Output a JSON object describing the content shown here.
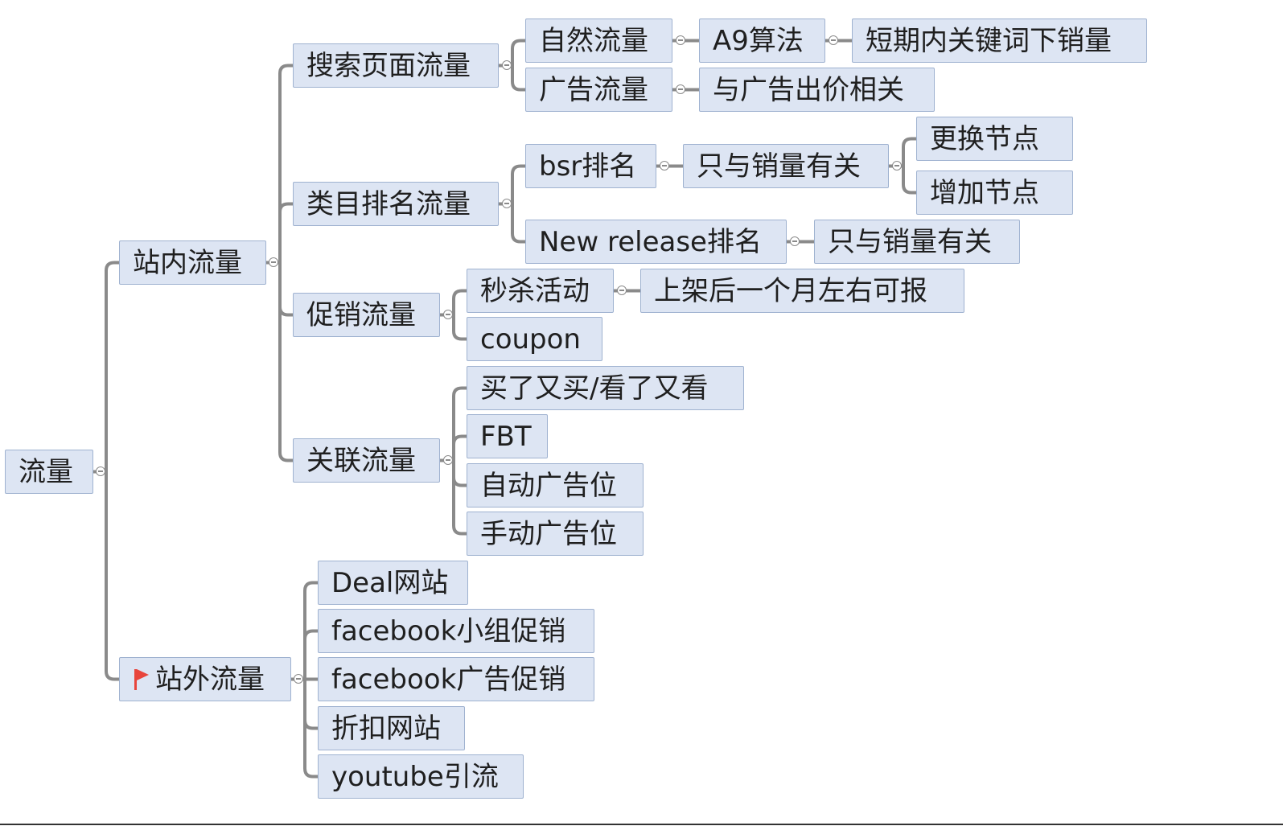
{
  "mindmap": {
    "root": "流量",
    "onsite": {
      "label": "站内流量",
      "search": {
        "label": "搜索页面流量",
        "organic": "自然流量",
        "a9": "A9算法",
        "short_term_sales": "短期内关键词下销量",
        "ad_traffic": "广告流量",
        "bid_related": "与广告出价相关"
      },
      "category": {
        "label": "类目排名流量",
        "bsr": "bsr排名",
        "bsr_sales_only": "只与销量有关",
        "change_node": "更换节点",
        "add_node": "增加节点",
        "new_release": "New release排名",
        "new_release_sales_only": "只与销量有关"
      },
      "promo": {
        "label": "促销流量",
        "flash_sale": "秒杀活动",
        "flash_sale_note": "上架后一个月左右可报",
        "coupon": "coupon"
      },
      "related": {
        "label": "关联流量",
        "bought_viewed": "买了又买/看了又看",
        "fbt": "FBT",
        "auto_ad": "自动广告位",
        "manual_ad": "手动广告位"
      }
    },
    "offsite": {
      "label": "站外流量",
      "flag_color": "#e8453c",
      "deal": "Deal网站",
      "fb_group": "facebook小组促销",
      "fb_ads": "facebook广告促销",
      "discount": "折扣网站",
      "youtube": "youtube引流"
    }
  },
  "colors": {
    "node_fill": "#dde5f3",
    "node_border": "#9fb2d0",
    "connector": "#8a8a8a"
  }
}
